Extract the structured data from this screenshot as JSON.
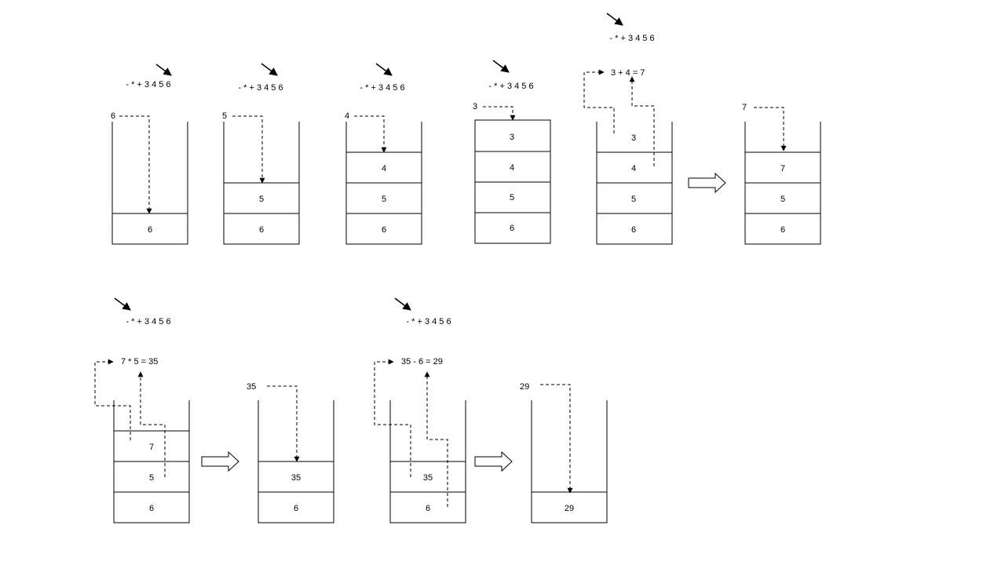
{
  "expression": "- * + 3 4 5 6",
  "stacks": [
    {
      "pushed": "6",
      "cells": [
        "6"
      ]
    },
    {
      "pushed": "5",
      "cells": [
        "5",
        "6"
      ]
    },
    {
      "pushed": "4",
      "cells": [
        "4",
        "5",
        "6"
      ]
    },
    {
      "pushed": "3",
      "cells": [
        "3",
        "4",
        "5",
        "6"
      ]
    },
    {
      "operation": "3 + 4 = 7",
      "cells": [
        "3",
        "4",
        "5",
        "6"
      ]
    },
    {
      "pushed": "7",
      "cells": [
        "7",
        "5",
        "6"
      ]
    },
    {
      "operation": "7 * 5 = 35",
      "cells": [
        "7",
        "5",
        "6"
      ]
    },
    {
      "pushed": "35",
      "cells": [
        "35",
        "6"
      ]
    },
    {
      "operation": "35 - 6 = 29",
      "cells": [
        "35",
        "6"
      ]
    },
    {
      "pushed": "29",
      "cells": [
        "29"
      ]
    }
  ]
}
